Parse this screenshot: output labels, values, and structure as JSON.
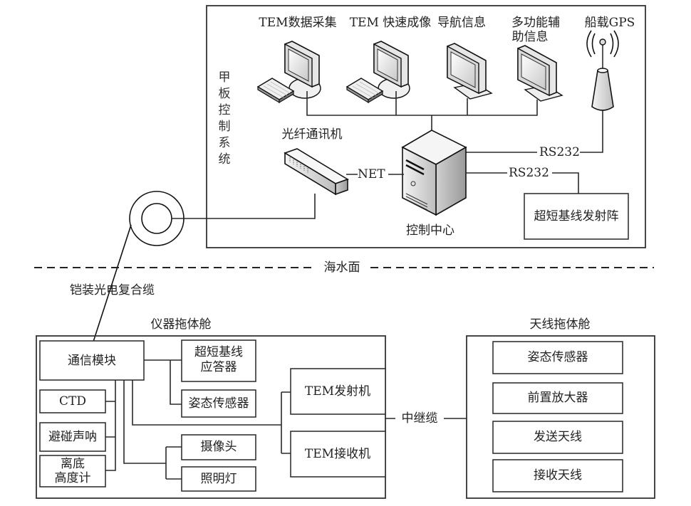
{
  "deck_system": {
    "title": "甲板控制系统",
    "stations": [
      {
        "label": "TEM数据采集",
        "icon": "workstation-icon"
      },
      {
        "label": "TEM 快速成像",
        "icon": "workstation-icon"
      },
      {
        "label": "导航信息",
        "icon": "monitor-icon"
      },
      {
        "label": "多功能辅\n助信息",
        "line1": "多功能辅",
        "line2": "助信息",
        "icon": "monitor-icon"
      }
    ],
    "gps": {
      "label": "船载GPS",
      "icon": "gps-antenna-icon"
    },
    "fiber_comm": {
      "label": "光纤通讯机",
      "icon": "network-switch-icon"
    },
    "control_center": {
      "label": "控制中心",
      "icon": "server-tower-icon"
    },
    "usbl_transmitter": {
      "label": "超短基线发射阵"
    },
    "links": {
      "net": "NET",
      "rs232_gps": "RS232",
      "rs232_usbl": "RS232"
    }
  },
  "sea_surface": {
    "label": "海水面"
  },
  "cable": {
    "label": "铠装光电复合缆",
    "winch_icon": "cable-winch-icon"
  },
  "instrument_tow": {
    "title": "仪器拖体舱",
    "comm_module": "通信模块",
    "left_sensors": [
      "CTD",
      "避碰声呐",
      "离底\n高度计"
    ],
    "altimeter_line1": "离底",
    "altimeter_line2": "高度计",
    "usbl_transponder_line1": "超短基线",
    "usbl_transponder_line2": "应答器",
    "attitude_sensor": "姿态传感器",
    "tem_transmitter": "TEM发射机",
    "tem_receiver": "TEM接收机",
    "camera": "摄像头",
    "lighting": "照明灯"
  },
  "relay_cable": {
    "label": "中继缆"
  },
  "antenna_tow": {
    "title": "天线拖体舱",
    "items": [
      "姿态传感器",
      "前置放大器",
      "发送天线",
      "接收天线"
    ]
  }
}
